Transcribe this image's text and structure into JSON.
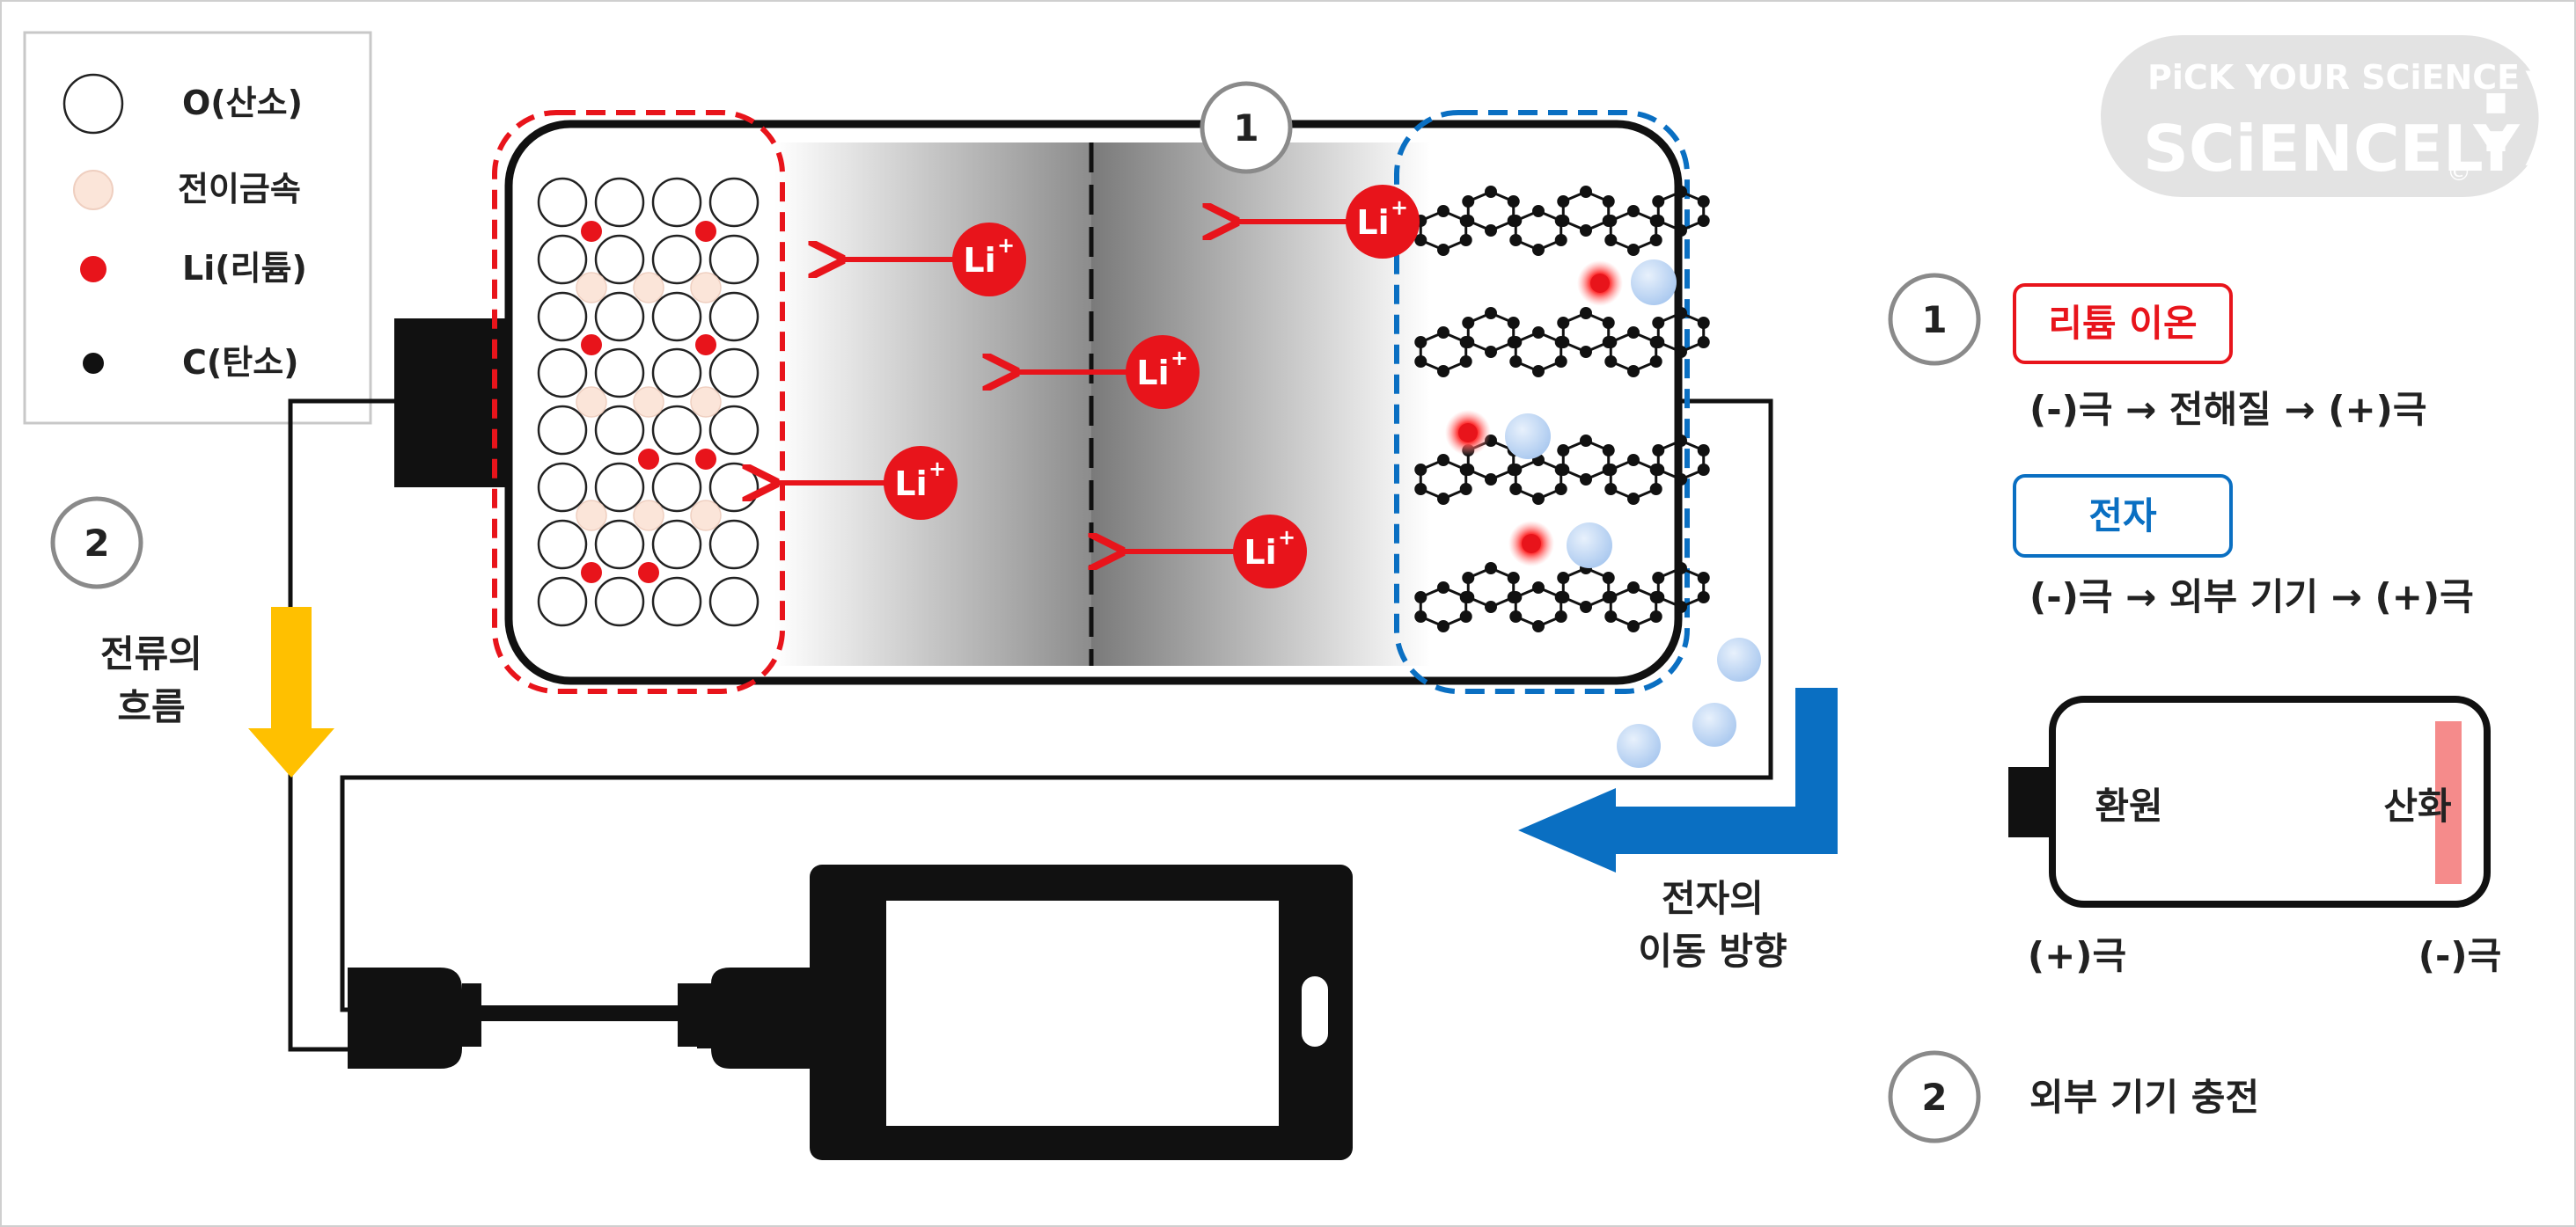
{
  "legend": {
    "items": [
      {
        "label": "O(산소)",
        "icon": "oxygen-atom-icon"
      },
      {
        "label": "전이금속",
        "icon": "transition-metal-atom-icon"
      },
      {
        "label": "Li(리튬)",
        "icon": "lithium-atom-icon"
      },
      {
        "label": "C(탄소)",
        "icon": "carbon-atom-icon"
      }
    ]
  },
  "cell": {
    "marker_1": "1",
    "ions": [
      "Li",
      "Li",
      "Li",
      "Li",
      "Li"
    ],
    "ion_charge": "+"
  },
  "left_circuit": {
    "marker_2": "2",
    "current_label_line1": "전류의",
    "current_label_line2": "흐름"
  },
  "electron_flow": {
    "label_line1": "전자의",
    "label_line2": "이동 방향"
  },
  "right_panel": {
    "item1_number": "1",
    "lithium_ion_tag": "리튬 이온",
    "lithium_ion_path": "(-)극 → 전해질 → (+)극",
    "electron_tag": "전자",
    "electron_path": "(-)극 → 외부 기기 → (+)극",
    "battery_left_label": "환원",
    "battery_right_label": "산화",
    "pole_positive": "(+)극",
    "pole_negative": "(-)극",
    "item2_number": "2",
    "item2_text": "외부 기기 충전"
  },
  "watermark": {
    "line1": "PiCK YOUR SCiENCE",
    "line2": "SCiENCELY",
    "smile": ":)",
    "copyright": "©"
  },
  "colors": {
    "lithium_red": "#e8141b",
    "electron_blue": "#0a6fc2",
    "electron_ball": "#b9d3f3",
    "current_yellow": "#ffc000",
    "metal_pink": "#fbe5d9",
    "oxidation_bar": "#f58b8b"
  }
}
